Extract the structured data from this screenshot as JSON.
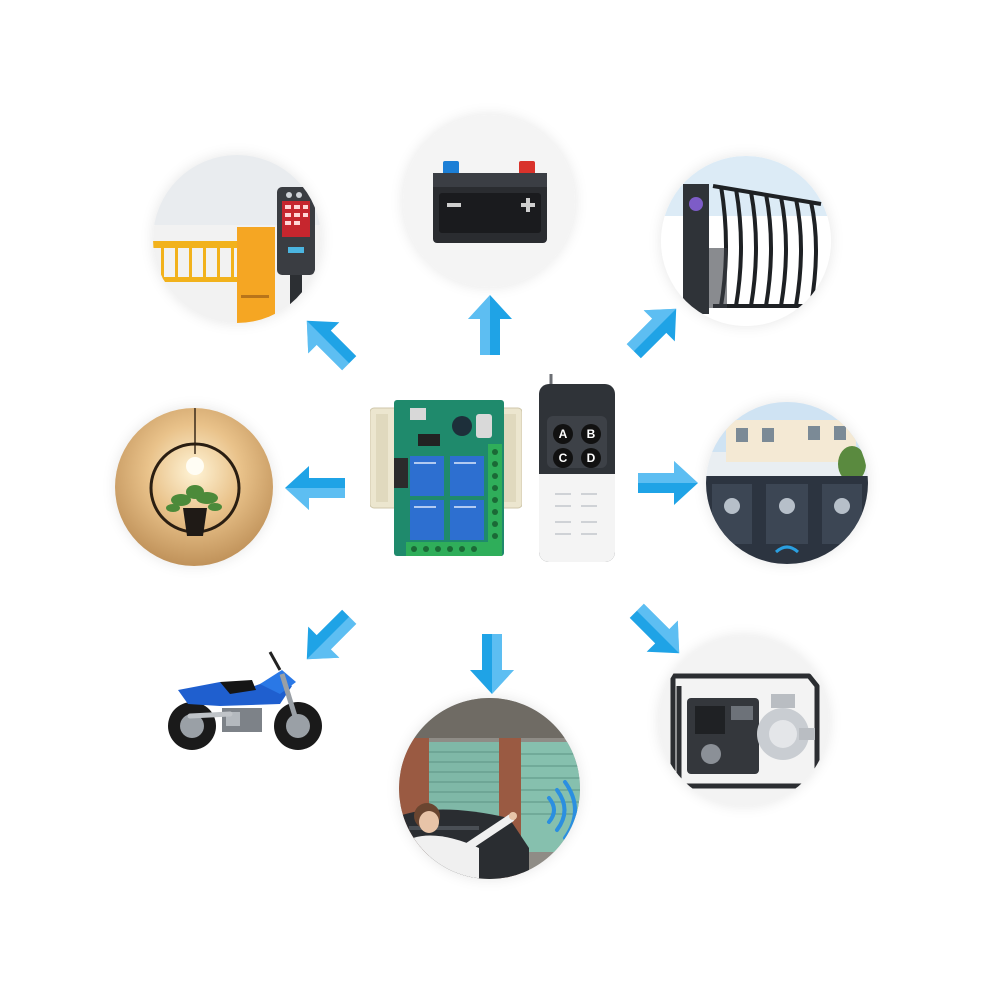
{
  "remote": {
    "buttons": [
      "A",
      "B",
      "C",
      "D"
    ]
  },
  "colors": {
    "arrow": "#1fa3e6",
    "arrow_light": "#8fd6fb",
    "board": "#1f8a6c",
    "relay": "#2d6fd0"
  },
  "applications": [
    {
      "id": "parking-barrier",
      "icon": "barrier-gate-icon"
    },
    {
      "id": "battery",
      "icon": "battery-icon"
    },
    {
      "id": "iron-gate",
      "icon": "gate-icon"
    },
    {
      "id": "pendant-lamp",
      "icon": "lamp-icon"
    },
    {
      "id": "villa-gate",
      "icon": "villa-gate-icon"
    },
    {
      "id": "motorcycle",
      "icon": "motorcycle-icon"
    },
    {
      "id": "garage-door",
      "icon": "garage-door-icon"
    },
    {
      "id": "water-pump",
      "icon": "water-pump-icon"
    }
  ]
}
